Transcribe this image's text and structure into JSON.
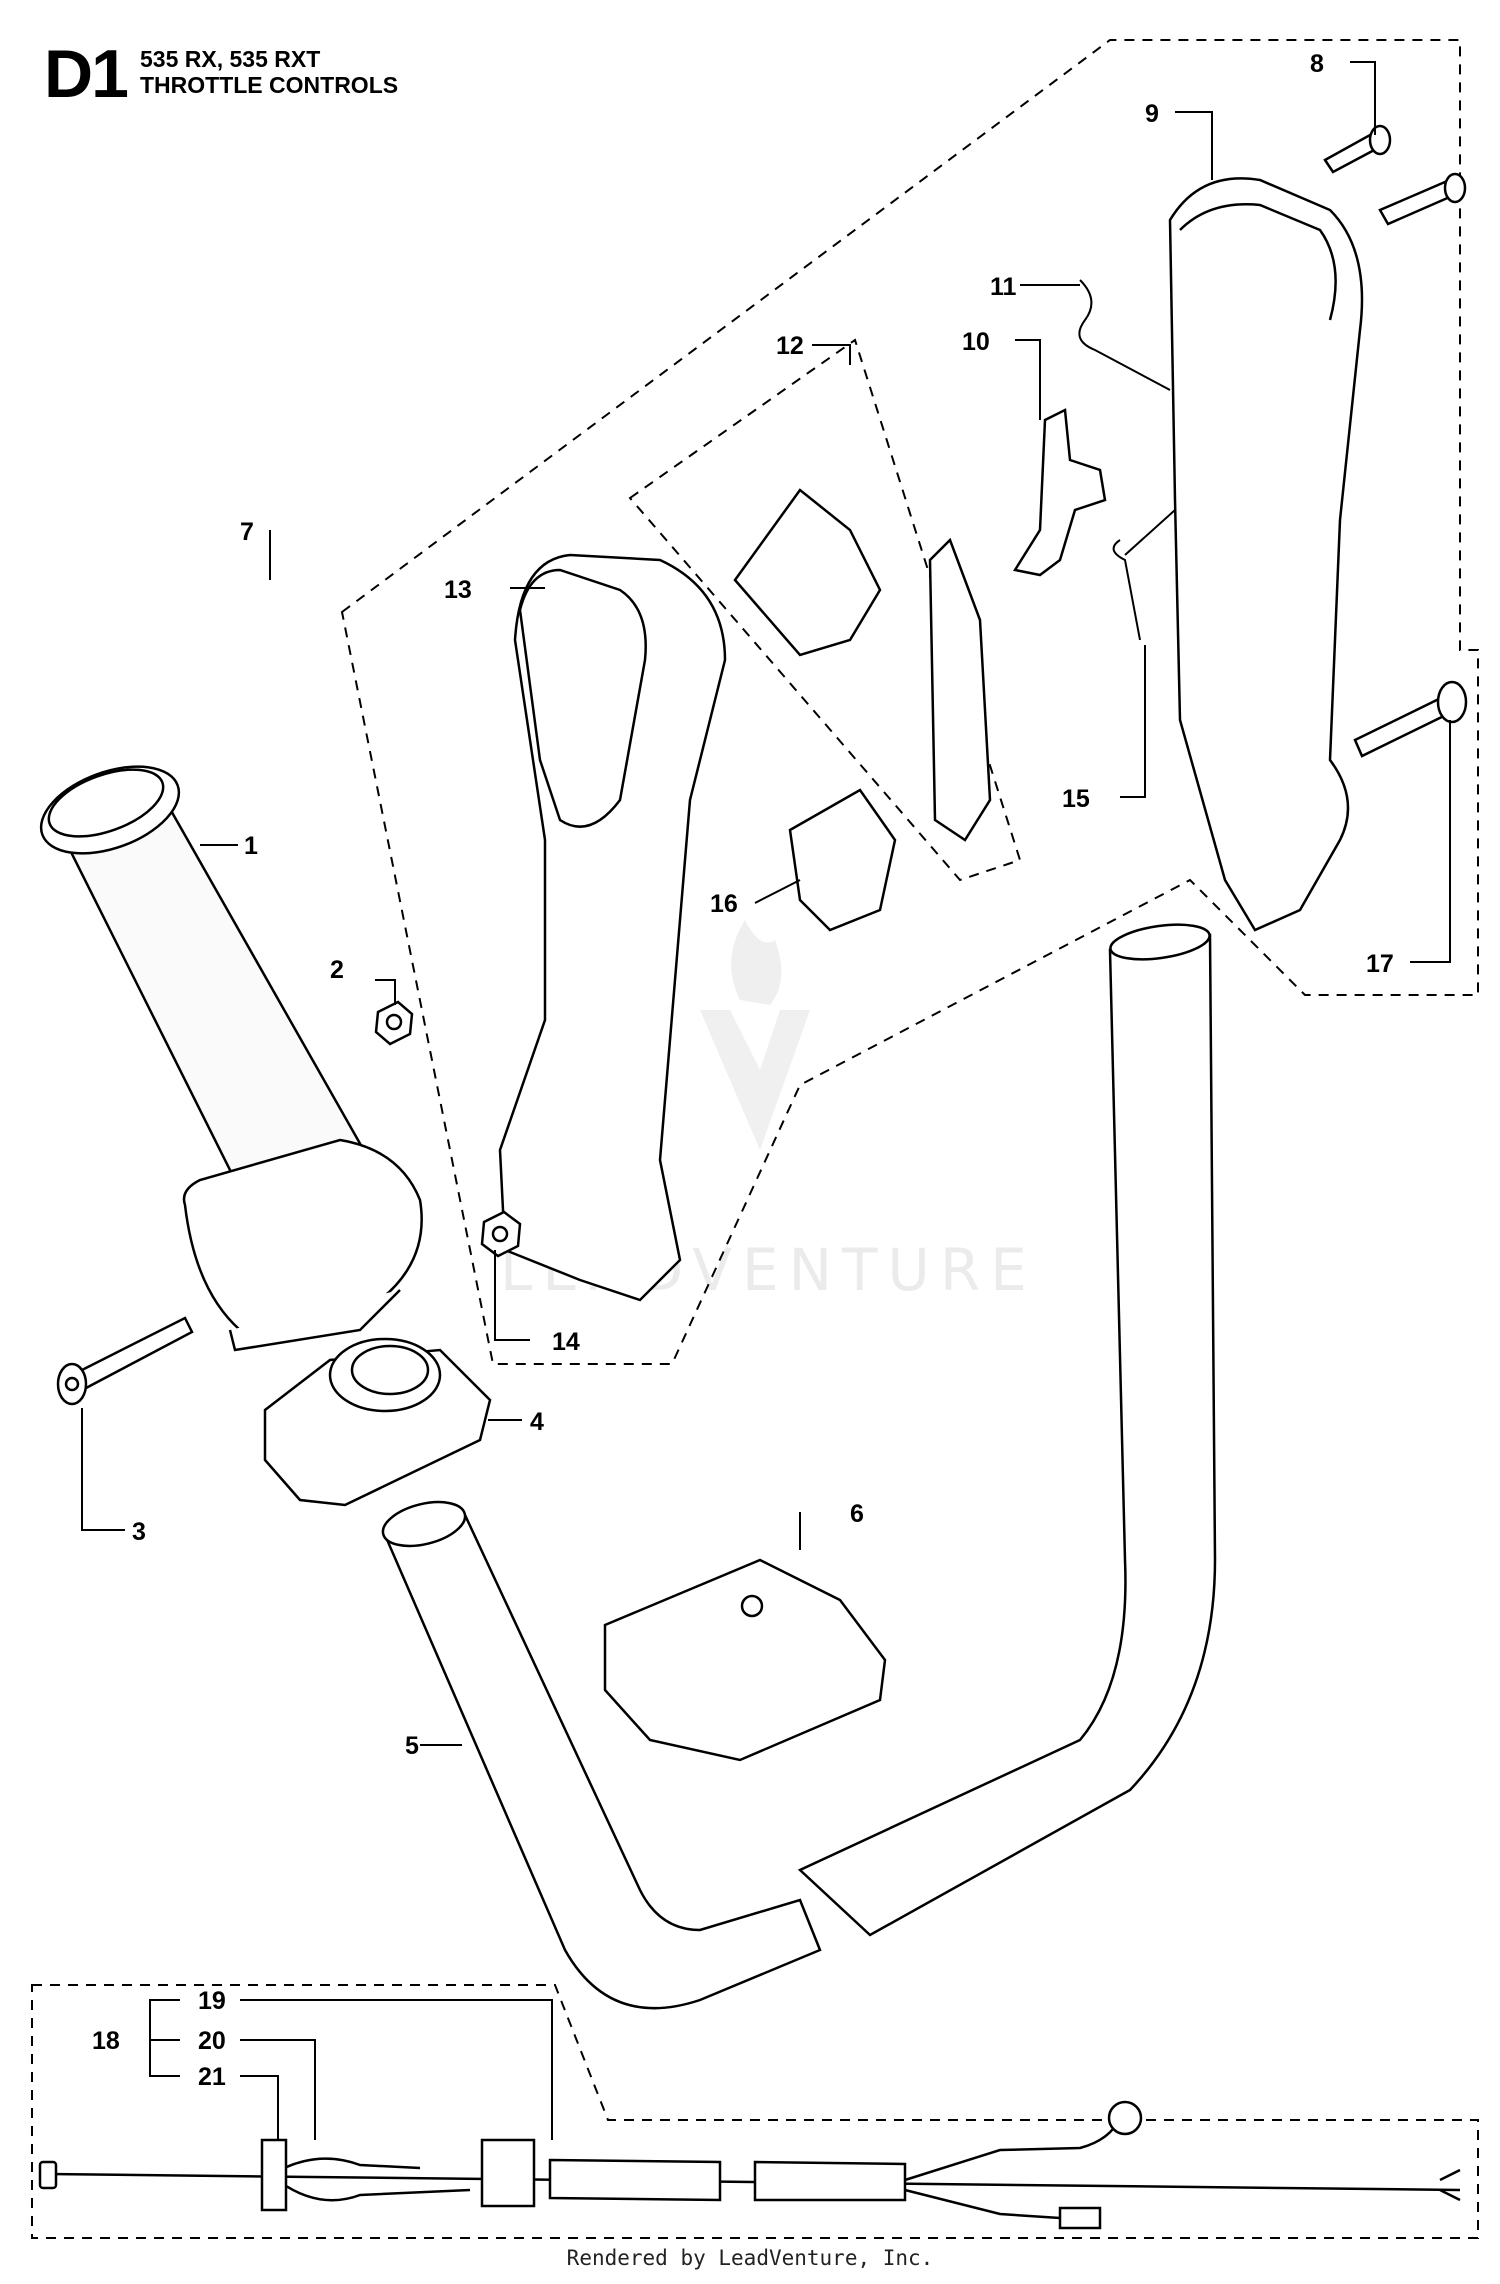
{
  "header": {
    "section_code": "D1",
    "models": "535 RX, 535 RXT",
    "title": "THROTTLE CONTROLS"
  },
  "watermark": "LEADVENTURE",
  "footer": "Rendered by LeadVenture, Inc.",
  "callouts": {
    "c1": "1",
    "c2": "2",
    "c3": "3",
    "c4": "4",
    "c5": "5",
    "c6": "6",
    "c7": "7",
    "c8": "8",
    "c9": "9",
    "c10": "10",
    "c11": "11",
    "c12": "12",
    "c13": "13",
    "c14": "14",
    "c15": "15",
    "c16": "16",
    "c17": "17",
    "c18": "18",
    "c19": "19",
    "c20": "20",
    "c21": "21"
  },
  "colors": {
    "line": "#000000",
    "part_fill": "#ffffff",
    "watermark": "#e9e9e9"
  }
}
